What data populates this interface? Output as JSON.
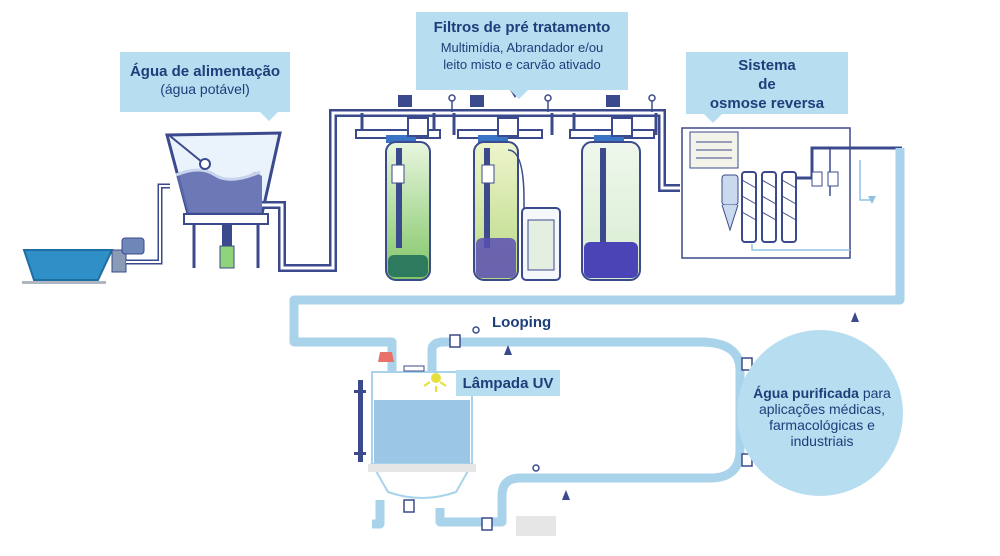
{
  "labels": {
    "feed_water_title": "Água de alimentação",
    "feed_water_sub": "(água potável)",
    "pretreatment_title": "Filtros de pré tratamento",
    "pretreatment_sub_line1": "Multimídia, Abrandador e/ou",
    "pretreatment_sub_line2": "leito misto e carvão ativado",
    "ro_line1": "Sistema",
    "ro_line2": "de",
    "ro_line3": "osmose reversa",
    "looping": "Looping",
    "uv_lamp": "Lâmpada UV",
    "purified_bold": "Água purificada",
    "purified_rest_line1": " para",
    "purified_line2": "aplicações médicas,",
    "purified_line3": "farmacológicas e",
    "purified_line4": "industriais"
  },
  "colors": {
    "pipe_dark": "#3b4a8c",
    "pipe_light": "#a9d3ea",
    "callout_bg": "#b6ddf0",
    "text_navy": "#1c3f7a",
    "pool_blue": "#2f8fc7",
    "media_green": "#86c96b",
    "media_purple": "#5b4fb3",
    "tank_blue": "#9cc6e6"
  }
}
